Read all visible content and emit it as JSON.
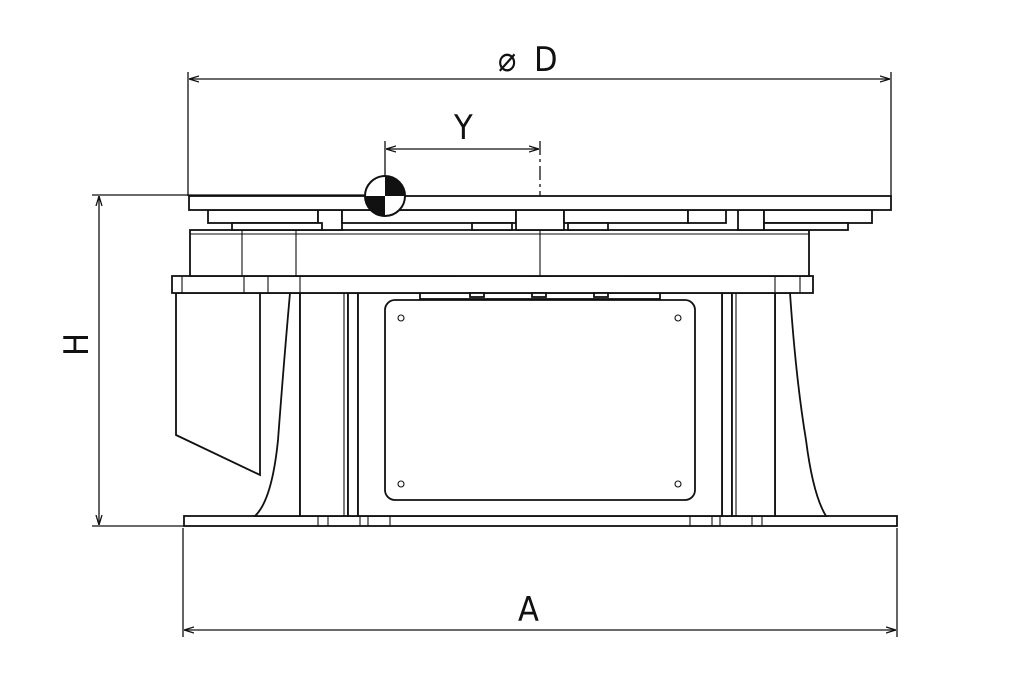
{
  "dimensions": {
    "diameter_symbol": "⌀",
    "diameter_label": "D",
    "offset_label": "Y",
    "height_label": "H",
    "base_label": "A"
  },
  "colors": {
    "line": "#111111",
    "background": "#ffffff"
  },
  "icons": {
    "center_of_gravity": "center-of-gravity-symbol"
  }
}
